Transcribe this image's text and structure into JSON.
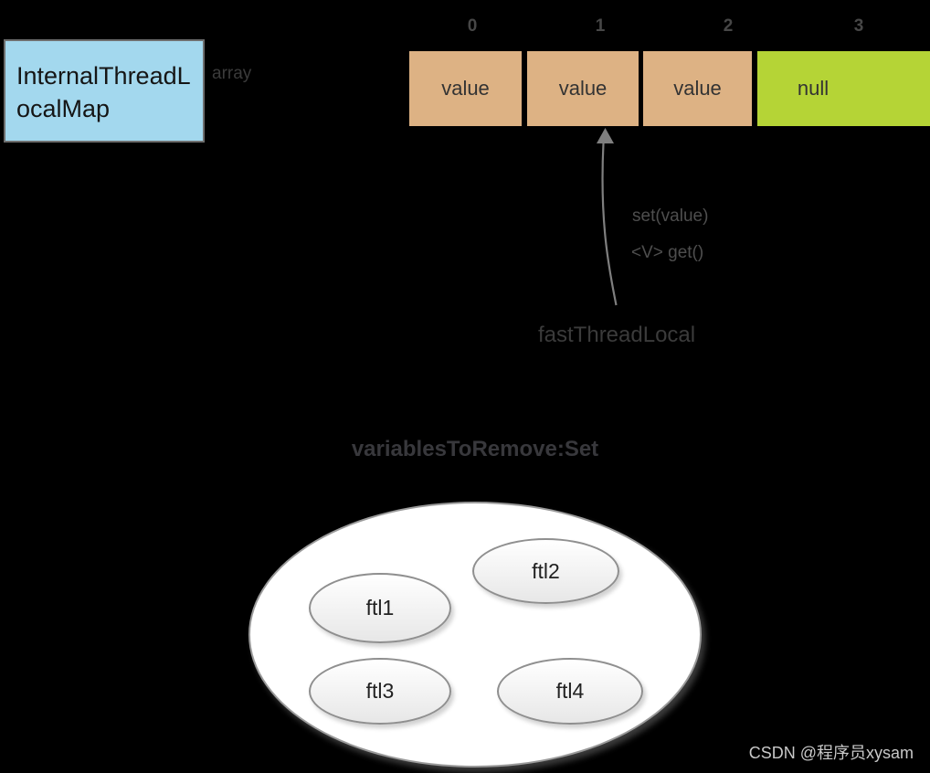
{
  "colors": {
    "background": "#000000",
    "map_box_fill": "#a3d8ee",
    "map_box_border": "#6e6e6e",
    "value_cell_fill": "#ddb284",
    "null_cell_fill": "#b5d436",
    "arrow": "#7f7f7f",
    "annotation_text": "#4e4e4e",
    "watermark_text": "#c8c8c8"
  },
  "map_box": {
    "label": "InternalThreadLocalMap"
  },
  "array_label": "array",
  "array": {
    "indices": [
      "0",
      "1",
      "2",
      "3"
    ],
    "cells": [
      {
        "label": "value",
        "fill": "#ddb284"
      },
      {
        "label": "value",
        "fill": "#ddb284"
      },
      {
        "label": "value",
        "fill": "#ddb284"
      },
      {
        "label": "null",
        "fill": "#b5d436"
      }
    ]
  },
  "pointer": {
    "set_label": "set(value)",
    "get_label": "<V> get()",
    "source_label": "fastThreadLocal"
  },
  "set_diagram": {
    "title": "variablesToRemove:Set",
    "members": [
      "ftl1",
      "ftl2",
      "ftl3",
      "ftl4"
    ]
  },
  "watermark": "CSDN @程序员xysam"
}
